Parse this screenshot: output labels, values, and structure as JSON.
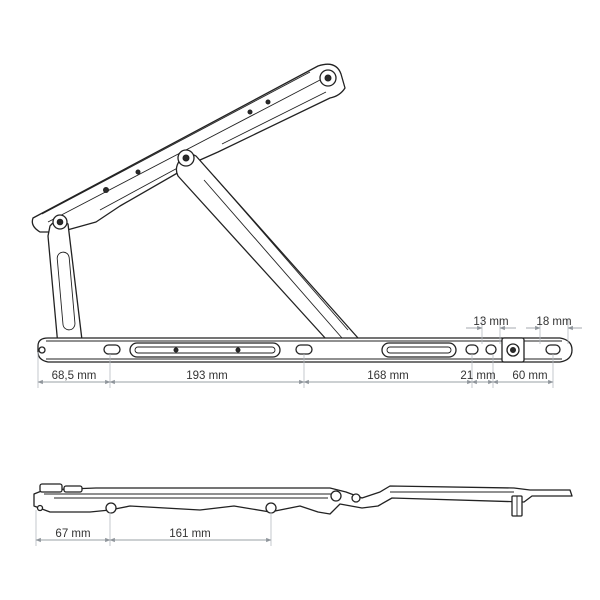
{
  "top_view": {
    "dimensions": [
      "68,5 mm",
      "193 mm",
      "168 mm",
      "21 mm",
      "60 mm",
      "13 mm",
      "18 mm"
    ]
  },
  "side_view": {
    "dimensions": [
      "67 mm",
      "161 mm"
    ]
  },
  "colors": {
    "line": "#222222",
    "dimension_line": "#9aa0a6",
    "text": "#333333",
    "background": "#ffffff"
  }
}
